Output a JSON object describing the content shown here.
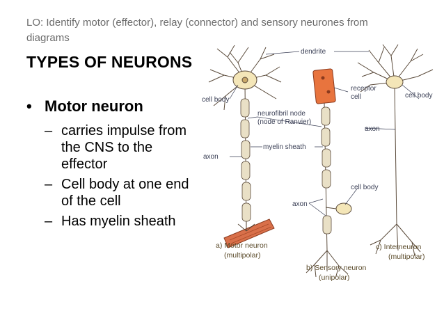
{
  "lo_text": "LO: Identify motor (effector), relay (connector) and sensory neurones from diagrams",
  "title": "TYPES OF NEURONS",
  "bullet": "Motor neuron",
  "sub_points": [
    "carries impulse from the CNS to the effector",
    "Cell body at one end of the cell",
    "Has myelin sheath"
  ],
  "diagram": {
    "labels": {
      "dendrite": "dendrite",
      "cell_body_left": "cell body",
      "receptor_cell": [
        "receptor",
        "cell"
      ],
      "cell_body_right": "cell body",
      "node": [
        "neurofibril node",
        "(node of Ranvier)"
      ],
      "axon_right": "axon",
      "myelin": "myelin sheath",
      "axon_left": "axon",
      "cell_body_mid": "cell body",
      "axon_mid": "axon"
    },
    "captions": {
      "motor": [
        "a) Motor neuron",
        "(multipolar)"
      ],
      "sensory": [
        "b) Sensory neuron",
        "(unipolar)"
      ],
      "inter": [
        "c) Interneuron",
        "(multipolar)"
      ]
    },
    "colors": {
      "cell_body": "#f4e6b8",
      "myelin": "#e9e0c6",
      "receptor": "#e8743e",
      "muscle": "#d9704a",
      "line": "#4a4a4a"
    }
  }
}
